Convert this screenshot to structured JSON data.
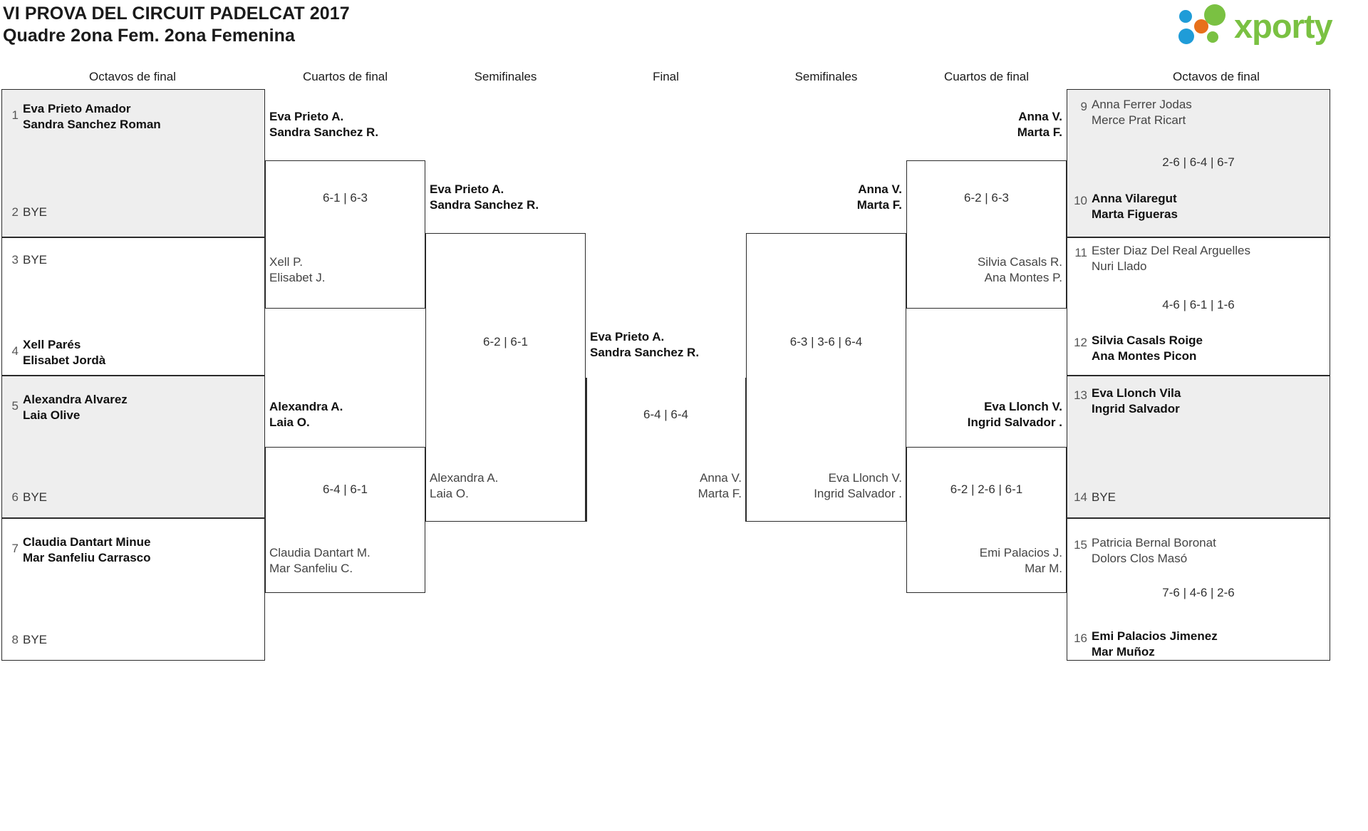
{
  "header": {
    "title_line1": "VI PROVA DEL CIRCUIT PADELCAT 2017",
    "title_line2": "Quadre 2ona Fem. 2ona Femenina",
    "logo_text": "xporty",
    "logo_colors": {
      "green": "#7ac142",
      "blue": "#1f9cd8",
      "orange": "#e8701a"
    }
  },
  "round_headers": {
    "left_r16": "Octavos de final",
    "left_qf": "Cuartos de final",
    "left_sf": "Semifinales",
    "final": "Final",
    "right_sf": "Semifinales",
    "right_qf": "Cuartos de final",
    "right_r16": "Octavos de final"
  },
  "left": {
    "r16": [
      {
        "seed_top": "1",
        "top_l1": "Eva Prieto Amador",
        "top_l2": "Sandra Sanchez Roman",
        "top_winner": true,
        "seed_bot": "2",
        "bot_l1": "BYE",
        "bot_l2": "",
        "bot_winner": false,
        "score": "",
        "shaded": true
      },
      {
        "seed_top": "3",
        "top_l1": "BYE",
        "top_l2": "",
        "top_winner": false,
        "seed_bot": "4",
        "bot_l1": "Xell Parés",
        "bot_l2": "Elisabet Jordà",
        "bot_winner": true,
        "score": "",
        "shaded": false
      },
      {
        "seed_top": "5",
        "top_l1": "Alexandra Alvarez",
        "top_l2": "Laia Olive",
        "top_winner": true,
        "seed_bot": "6",
        "bot_l1": "BYE",
        "bot_l2": "",
        "bot_winner": false,
        "score": "",
        "shaded": true
      },
      {
        "seed_top": "7",
        "top_l1": "Claudia Dantart Minue",
        "top_l2": "Mar Sanfeliu Carrasco",
        "top_winner": true,
        "seed_bot": "8",
        "bot_l1": "BYE",
        "bot_l2": "",
        "bot_winner": false,
        "score": "",
        "shaded": false
      }
    ],
    "qf": [
      {
        "top_l1": "Eva Prieto A.",
        "top_l2": "Sandra Sanchez R.",
        "top_winner": true,
        "bot_l1": "Xell P.",
        "bot_l2": "Elisabet J.",
        "bot_winner": false,
        "score": "6-1 | 6-3"
      },
      {
        "top_l1": "Alexandra A.",
        "top_l2": "Laia O.",
        "top_winner": true,
        "bot_l1": "Claudia Dantart M.",
        "bot_l2": "Mar Sanfeliu C.",
        "bot_winner": false,
        "score": "6-4 | 6-1"
      }
    ],
    "sf": [
      {
        "top_l1": "Eva Prieto A.",
        "top_l2": "Sandra Sanchez R.",
        "top_winner": true,
        "bot_l1": "Alexandra A.",
        "bot_l2": "Laia O.",
        "bot_winner": false,
        "score": "6-2 | 6-1"
      }
    ]
  },
  "final": {
    "top_l1": "Eva Prieto A.",
    "top_l2": "Sandra Sanchez R.",
    "top_winner": true,
    "bot_l1": "Anna V.",
    "bot_l2": "Marta F.",
    "bot_winner": false,
    "score": "6-4 | 6-4"
  },
  "right": {
    "sf": [
      {
        "top_l1": "Anna V.",
        "top_l2": "Marta F.",
        "top_winner": true,
        "bot_l1": "Eva Llonch V.",
        "bot_l2": "Ingrid Salvador .",
        "bot_winner": false,
        "score": "6-3 | 3-6 | 6-4"
      }
    ],
    "qf": [
      {
        "top_l1": "Anna V.",
        "top_l2": "Marta F.",
        "top_winner": true,
        "bot_l1": "Silvia Casals R.",
        "bot_l2": "Ana Montes P.",
        "bot_winner": false,
        "score": "6-2 | 6-3"
      },
      {
        "top_l1": "Eva Llonch V.",
        "top_l2": "Ingrid Salvador .",
        "top_winner": true,
        "bot_l1": "Emi Palacios J.",
        "bot_l2": "Mar M.",
        "bot_winner": false,
        "score": "6-2 | 2-6 | 6-1"
      }
    ],
    "r16": [
      {
        "seed_top": "9",
        "top_l1": "Anna Ferrer Jodas",
        "top_l2": "Merce Prat Ricart",
        "top_winner": false,
        "seed_bot": "10",
        "bot_l1": "Anna Vilaregut",
        "bot_l2": "Marta Figueras",
        "bot_winner": true,
        "score": "2-6 | 6-4 | 6-7",
        "shaded": true
      },
      {
        "seed_top": "11",
        "top_l1": "Ester Diaz Del Real Arguelles",
        "top_l2": "Nuri Llado",
        "top_winner": false,
        "seed_bot": "12",
        "bot_l1": "Silvia Casals Roige",
        "bot_l2": "Ana Montes Picon",
        "bot_winner": true,
        "score": "4-6 | 6-1 | 1-6",
        "shaded": false
      },
      {
        "seed_top": "13",
        "top_l1": "Eva Llonch Vila",
        "top_l2": "Ingrid Salvador",
        "top_winner": true,
        "seed_bot": "14",
        "bot_l1": "BYE",
        "bot_l2": "",
        "bot_winner": false,
        "score": "",
        "shaded": true
      },
      {
        "seed_top": "15",
        "top_l1": "Patricia Bernal Boronat",
        "top_l2": "Dolors Clos Masó",
        "top_winner": false,
        "seed_bot": "16",
        "bot_l1": "Emi Palacios Jimenez",
        "bot_l2": "Mar Muñoz",
        "bot_winner": true,
        "score": "7-6 | 4-6 | 2-6",
        "shaded": false
      }
    ]
  }
}
